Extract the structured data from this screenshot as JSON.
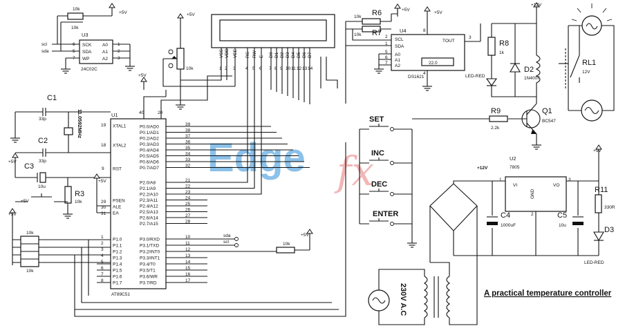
{
  "title": "A practical temperature controller",
  "watermark": {
    "main": "Edge",
    "suffix": "fx"
  },
  "supply": {
    "vcc": "+5V",
    "v12": "+12V"
  },
  "u1": {
    "ref": "U1",
    "part": "AT89C51",
    "left_pins": [
      {
        "name": "XTAL1",
        "num": "19"
      },
      {
        "name": "XTAL2",
        "num": "18"
      },
      {
        "name": "RST",
        "num": "9"
      },
      {
        "name": "PSEN",
        "num": "29"
      },
      {
        "name": "ALE",
        "num": "30"
      },
      {
        "name": "EA",
        "num": "31"
      },
      {
        "name": "P1.0",
        "num": "1"
      },
      {
        "name": "P1.1",
        "num": "2"
      },
      {
        "name": "P1.2",
        "num": "3"
      },
      {
        "name": "P1.3",
        "num": "4"
      },
      {
        "name": "P1.4",
        "num": "5"
      },
      {
        "name": "P1.5",
        "num": "6"
      },
      {
        "name": "P1.6",
        "num": "7"
      },
      {
        "name": "P1.7",
        "num": "8"
      }
    ],
    "right_pins": [
      {
        "name": "P0.0/AD0",
        "num": "39"
      },
      {
        "name": "P0.1/AD1",
        "num": "38"
      },
      {
        "name": "P0.2/AD2",
        "num": "37"
      },
      {
        "name": "P0.3/AD3",
        "num": "36"
      },
      {
        "name": "P0.4/AD4",
        "num": "35"
      },
      {
        "name": "P0.5/AD5",
        "num": "34"
      },
      {
        "name": "P0.6/AD6",
        "num": "33"
      },
      {
        "name": "P0.7/AD7",
        "num": "32"
      },
      {
        "name": "P2.0/A8",
        "num": "21"
      },
      {
        "name": "P2.1/A9",
        "num": "22"
      },
      {
        "name": "P2.2/A10",
        "num": "23"
      },
      {
        "name": "P2.3/A11",
        "num": "24"
      },
      {
        "name": "P2.4/A12",
        "num": "25"
      },
      {
        "name": "P2.5/A13",
        "num": "26"
      },
      {
        "name": "P2.6/A14",
        "num": "27"
      },
      {
        "name": "P2.7/A15",
        "num": "28"
      },
      {
        "name": "P3.0/RXD",
        "num": "10"
      },
      {
        "name": "P3.1/TXD",
        "num": "11"
      },
      {
        "name": "P3.2/INT0",
        "num": "12"
      },
      {
        "name": "P3.3/INT1",
        "num": "13"
      },
      {
        "name": "P3.4/T0",
        "num": "14"
      },
      {
        "name": "P3.5/T1",
        "num": "15"
      },
      {
        "name": "P3.6/WR",
        "num": "16"
      },
      {
        "name": "P3.7/RD",
        "num": "17"
      }
    ],
    "top_pins": [
      "40",
      "20"
    ]
  },
  "u3": {
    "ref": "U3",
    "part": "24C02C",
    "left_pins": [
      "SCK",
      "SDA",
      "WP"
    ],
    "left_nums": [
      "6",
      "5",
      "7"
    ],
    "right_pins": [
      "A0",
      "A1",
      "A2"
    ],
    "right_nums": [
      "1",
      "2",
      "3"
    ],
    "res": "10k"
  },
  "u4": {
    "ref": "U4",
    "part": "DS1621",
    "pins": [
      "SCL",
      "SDA",
      "A0",
      "A1",
      "A2"
    ],
    "nums": [
      "2",
      "1",
      "5",
      "6",
      "7"
    ],
    "tout": "TOUT",
    "tout_num": "3",
    "top_num": "8",
    "bottom_num": "4",
    "display": "22.0"
  },
  "u2": {
    "ref": "U2",
    "part": "7805",
    "vi": "VI",
    "vo": "VO",
    "gnd": "GND",
    "pin_in": "1",
    "pin_out": "3",
    "pin_gnd": "2"
  },
  "lcd": {
    "pins": [
      "VSS",
      "VDD",
      "VEE",
      "RS",
      "RW",
      "E",
      "D0",
      "D1",
      "D2",
      "D3",
      "D4",
      "D5",
      "D6",
      "D7"
    ],
    "nums": [
      "1",
      "2",
      "3",
      "4",
      "5",
      "6",
      "7",
      "8",
      "9",
      "10",
      "11",
      "12",
      "13",
      "14"
    ]
  },
  "pot": {
    "value": "10k"
  },
  "signals": {
    "scl": "scl",
    "sda": "sda"
  },
  "c1": {
    "ref": "C1",
    "value": "33p"
  },
  "c2": {
    "ref": "C2",
    "value": "33p"
  },
  "c3": {
    "ref": "C3",
    "value": "10u"
  },
  "crystal": {
    "value": "11.0592MHz"
  },
  "r3": {
    "ref": "R3",
    "value": "10k"
  },
  "r6": {
    "ref": "R6",
    "value": "10k"
  },
  "r7": {
    "ref": "R7",
    "value": "10k"
  },
  "r8": {
    "ref": "R8",
    "value": "1k"
  },
  "r9": {
    "ref": "R9",
    "value": "2.2k"
  },
  "r11": {
    "ref": "R11",
    "value": "330R"
  },
  "rpack": {
    "value": "10k"
  },
  "r_p32": {
    "value": "10k"
  },
  "led1": {
    "value": "LED-RED"
  },
  "led2": {
    "value": "LED-RED"
  },
  "d2": {
    "ref": "D2",
    "value": "1N4007"
  },
  "d3": {
    "ref": "D3"
  },
  "q1": {
    "ref": "Q1",
    "value": "BC547"
  },
  "rl1": {
    "ref": "RL1",
    "value": "12V"
  },
  "c4": {
    "ref": "C4",
    "value": "1000uF"
  },
  "c5": {
    "ref": "C5",
    "value": "10u"
  },
  "ac": {
    "value": "230V A.C"
  },
  "buttons": [
    "SET",
    "INC",
    "DEC",
    "ENTER"
  ]
}
